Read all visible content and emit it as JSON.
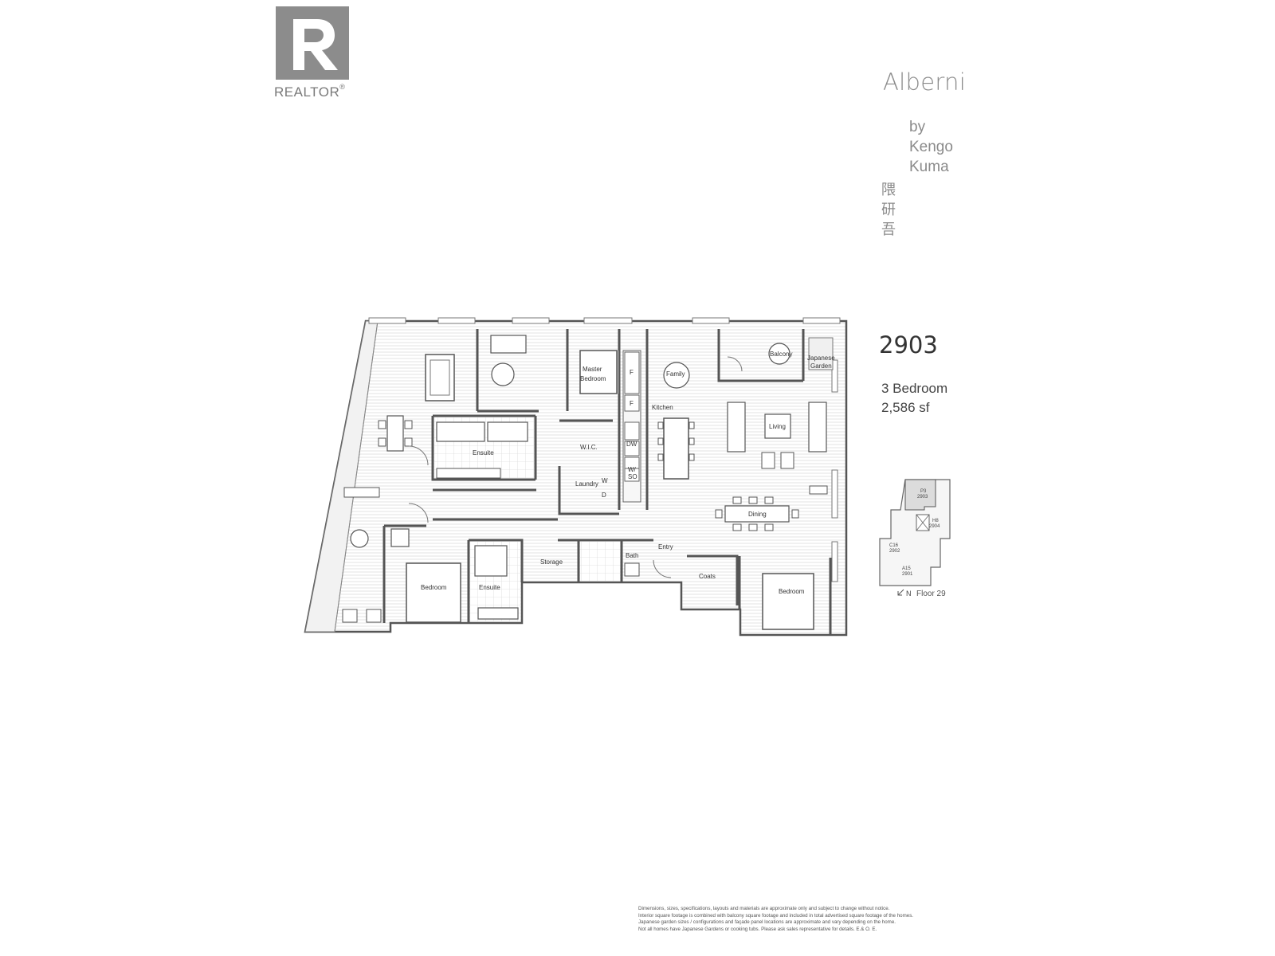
{
  "logo": {
    "text": "REALTOR",
    "mark": "®",
    "icon": "realtor-r-icon"
  },
  "brand": {
    "title": "Alberni",
    "by_lines": [
      "by",
      "Kengo",
      "Kuma"
    ],
    "japanese_lines": [
      "隈",
      "研",
      "吾"
    ]
  },
  "unit": {
    "number": "2903",
    "bedrooms": "3 Bedroom",
    "area": "2,586 sf"
  },
  "rooms": {
    "master_bedroom": [
      "Master",
      "Bedroom"
    ],
    "family": "Family",
    "balcony": "Balcony",
    "japanese_garden": [
      "Japanese",
      "Garden"
    ],
    "kitchen": "Kitchen",
    "living": "Living",
    "ensuite_master": "Ensuite",
    "wic": "W.I.C.",
    "laundry": "Laundry",
    "dining": "Dining",
    "storage": "Storage",
    "bath": "Bath",
    "entry": "Entry",
    "coats": "Coats",
    "bedroom_left": "Bedroom",
    "ensuite_left": "Ensuite",
    "bedroom_right": "Bedroom",
    "fridge_1": "F",
    "fridge_2": "F",
    "dishwasher": "DW",
    "washer": "W",
    "dryer": "D",
    "wine": [
      "W/",
      "SO"
    ]
  },
  "keyplan": {
    "units": [
      {
        "label": [
          "P3",
          "2903"
        ]
      },
      {
        "label": [
          "H8",
          "2904"
        ]
      },
      {
        "label": [
          "C16",
          "2902"
        ]
      },
      {
        "label": [
          "A15",
          "2901"
        ]
      }
    ],
    "north": "N",
    "floor": "Floor 29"
  },
  "disclaimer": [
    "Dimensions, sizes, specifications, layouts and materials are approximate only and subject to change without notice.",
    "Interior square footage is combined with balcony square footage and included in total advertised square footage of the homes.",
    "Japanese garden sizes / configurations and façade panel locations are approximate and vary depending on the home.",
    "Not all homes have Japanese Gardens or cooking tubs. Please ask sales representative for details. E.& O. E."
  ]
}
